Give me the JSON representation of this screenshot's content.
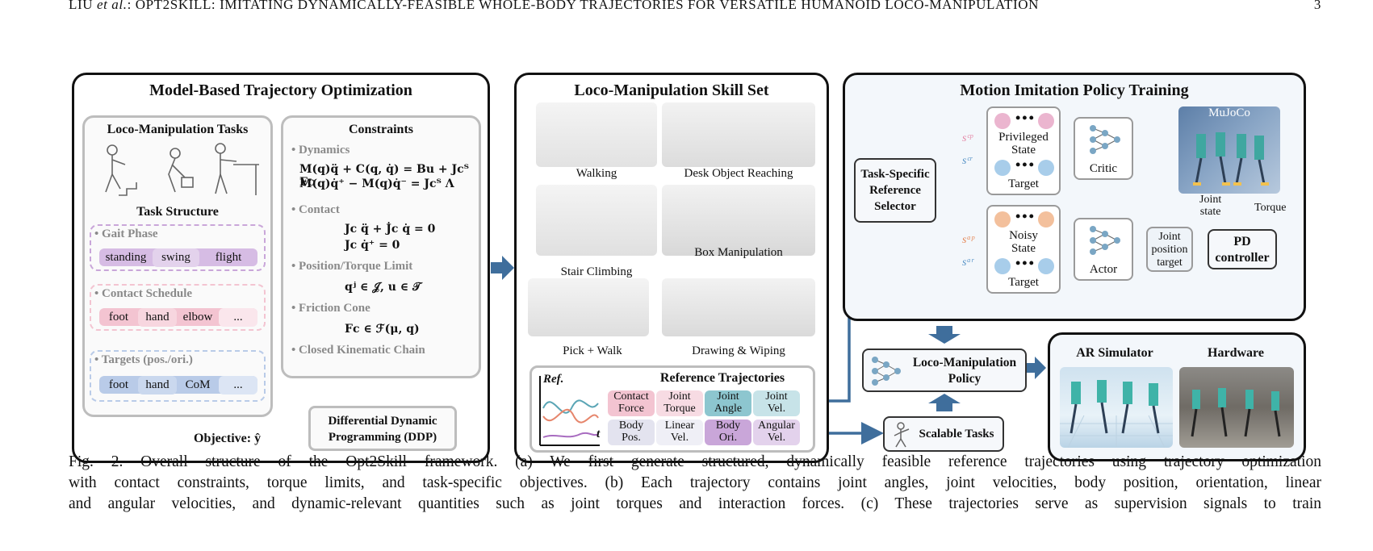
{
  "header": {
    "running_title_a": "LIU ",
    "running_title_em": "et al.",
    "running_title_b": ": OPT2SKILL: IMITATING DYNAMICALLY-FEASIBLE WHOLE-BODY TRAJECTORIES FOR VERSATILE HUMANOID LOCO-MANIPULATION",
    "page_number": "3"
  },
  "panel_a": {
    "title": "Model-Based Trajectory Optimization",
    "tasks_title": "Loco-Manipulation Tasks",
    "task_structure_title": "Task Structure",
    "gait_phase": {
      "label": "• Gait Phase",
      "chips": [
        "standing",
        "swing",
        "flight"
      ]
    },
    "contact_schedule": {
      "label": "• Contact Schedule",
      "chips": [
        "foot",
        "hand",
        "elbow",
        "..."
      ]
    },
    "targets": {
      "label": "• Targets (pos./ori.)",
      "chips": [
        "foot",
        "hand",
        "CoM",
        "..."
      ]
    },
    "constraints_title": "Constraints",
    "dynamics_label": "• Dynamics",
    "dynamics_eq1": "M(q)q̈ + C(q, q̇) = Bu + Jcᵀ Fc",
    "dynamics_eq2": "M(q)q̇⁺ − M(q)q̇⁻ = Jcᵀ Λ",
    "contact_label": "• Contact",
    "contact_eq1": "Jc q̈ + J̇c q̇ = 0",
    "contact_eq2": "Jc q̇⁺ = 0",
    "limit_label": "• Position/Torque Limit",
    "limit_eq": "qʲ ∈ 𝒥, u ∈ 𝒯",
    "friction_label": "• Friction Cone",
    "friction_eq": "Fc ∈ ℱ(μ, q)",
    "kinematic_label": "• Closed Kinematic Chain",
    "ddp_label_1": "Differential Dynamic",
    "ddp_label_2": "Programming (DDP)",
    "objective_label": "Objective: ŷ"
  },
  "panel_b": {
    "title": "Loco-Manipulation Skill Set",
    "skills": [
      "Walking",
      "Desk Object Reaching",
      "Stair Climbing",
      "Box Manipulation",
      "Pick + Walk",
      "Drawing & Wiping"
    ],
    "ref_title": "Reference Trajectories",
    "ref_axis_label": "Ref.",
    "ref_t_label": "t",
    "ref_cells": [
      [
        "Contact",
        "Force"
      ],
      [
        "Joint",
        "Torque"
      ],
      [
        "Joint",
        "Angle"
      ],
      [
        "Joint",
        "Vel."
      ],
      [
        "Body",
        "Pos."
      ],
      [
        "Linear",
        "Vel."
      ],
      [
        "Body",
        "Ori."
      ],
      [
        "Angular",
        "Vel."
      ]
    ]
  },
  "panel_c": {
    "title": "Motion Imitation Policy Training",
    "selector_1": "Task-Specific",
    "selector_2": "Reference",
    "selector_3": "Selector",
    "priv_1": "Privileged",
    "priv_2": "State",
    "target": "Target",
    "noisy_1": "Noisy",
    "noisy_2": "State",
    "critic": "Critic",
    "actor": "Actor",
    "jpt_1": "Joint",
    "jpt_2": "position",
    "jpt_3": "target",
    "pd_1": "PD",
    "pd_2": "controller",
    "mujoco": "MuJoCo",
    "joint_state_1": "Joint",
    "joint_state_2": "state",
    "torque": "Torque",
    "s_cp": "sᶜᵖ",
    "s_cr": "sᶜʳ",
    "s_ap": "sᵃᵖ",
    "s_ar": "sᵃʳ",
    "sub_t": "t"
  },
  "policy": {
    "label_1": "Loco-Manipulation",
    "label_2": "Policy"
  },
  "scalable": {
    "label": "Scalable Tasks"
  },
  "deploy": {
    "ar_sim": "AR Simulator",
    "hardware": "Hardware"
  },
  "caption": {
    "lines": [
      "Fig. 2.  Overall structure of the Opt2Skill framework. (a) We first generate structured, dynamically feasible reference trajectories using trajectory optimization",
      "with contact constraints, torque limits, and task-specific objectives. (b) Each trajectory contains joint angles, joint velocities, body position, orientation, linear",
      "and angular velocities, and dynamic-relevant quantities such as joint torques and interaction forces. (c) These trajectories serve as supervision signals to train"
    ]
  },
  "colors": {
    "arrow": "#3f6e9c",
    "purple": "#c9a6d9",
    "pink": "#f3c4d1",
    "blue": "#b9cbe8",
    "teal": "#8dc6cf",
    "gray_chip": "#e3e3ef",
    "privileged_circle": "#ebb5cf",
    "noisy_circle": "#f3c09c",
    "target_circle": "#a8cdea"
  }
}
